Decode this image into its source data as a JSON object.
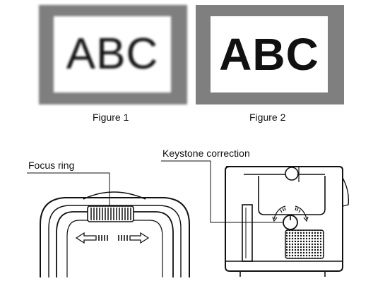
{
  "figures": [
    {
      "text": "ABC",
      "caption": "Figure 1",
      "style": "blurred"
    },
    {
      "text": "ABC",
      "caption": "Figure 2",
      "style": "sharp"
    }
  ],
  "labels": {
    "focus_ring": "Focus ring",
    "keystone_correction": "Keystone correction"
  },
  "colors": {
    "frame_gray": "#7f7f7f",
    "line": "#111111",
    "background": "#ffffff"
  },
  "icons": [
    "focus-ring-icon",
    "keystone-knob-icon",
    "left-arrow-icon",
    "right-arrow-icon",
    "speaker-grille-icon"
  ]
}
